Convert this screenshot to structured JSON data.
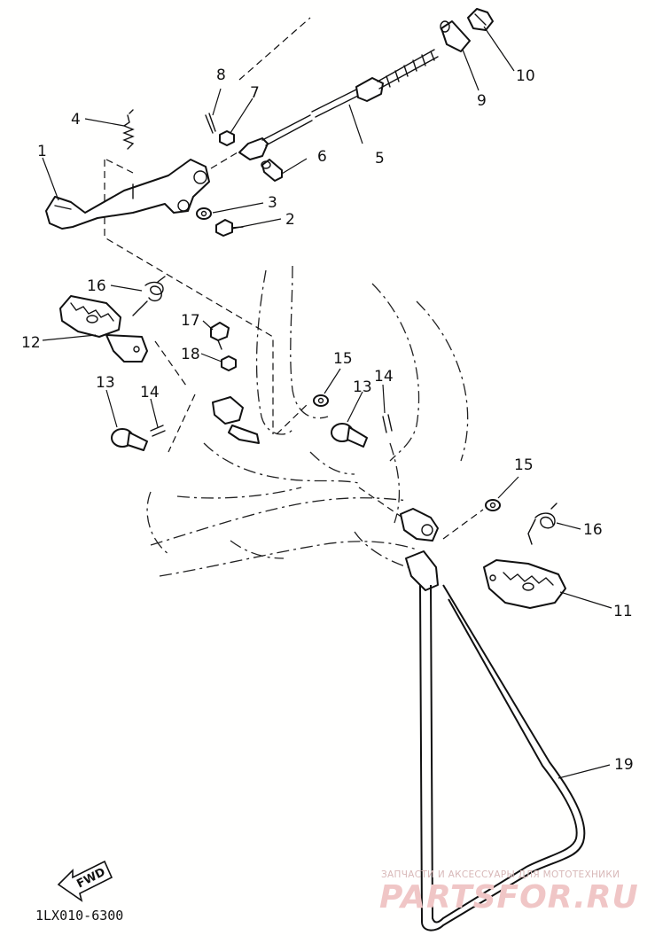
{
  "diagram": {
    "part_labels": [
      "1",
      "2",
      "3",
      "4",
      "5",
      "6",
      "7",
      "8",
      "9",
      "10",
      "11",
      "12",
      "13",
      "14",
      "15",
      "16",
      "17",
      "18",
      "19"
    ],
    "extra_labels": {
      "13b": "13",
      "14b": "14",
      "15b": "15",
      "16b": "16"
    },
    "fwd_label": "FWD",
    "drawing_code": "1LX010-6300"
  },
  "watermark": {
    "tagline": "ЗАПЧАСТИ И АКСЕССУАРЫ ДЛЯ МОТОТЕХНИКИ",
    "brand": "PARTSFOR.RU",
    "color": "#f0c6c6"
  }
}
